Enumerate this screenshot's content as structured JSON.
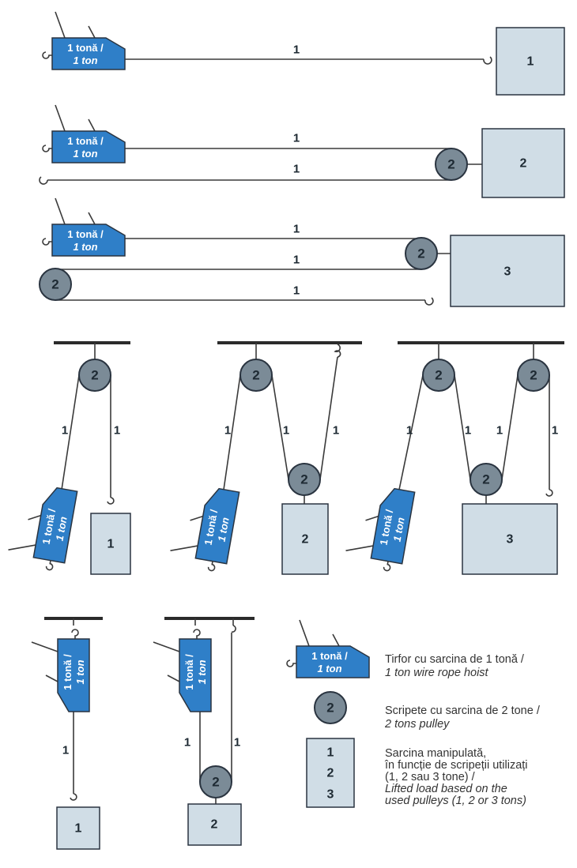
{
  "hoist": {
    "line1": "1 tonă /",
    "line2": "1 ton"
  },
  "pulley_label": "2",
  "rope_label": "1",
  "loads": {
    "one": "1",
    "two": "2",
    "three": "3"
  },
  "legend": {
    "hoist_ro": "Tirfor cu sarcina de 1 tonă /",
    "hoist_en": "1 ton wire rope hoist",
    "pulley_ro": "Scripete cu sarcina de 2 tone /",
    "pulley_en": "2 tons pulley",
    "load_ro_1": "Sarcina manipulată,",
    "load_ro_2": "în funcție de scripeții utilizați",
    "load_ro_3": "(1, 2 sau 3 tone) /",
    "load_en_1": "Lifted load based on the",
    "load_en_2": "used pulleys (1, 2 or 3 tons)"
  },
  "colors": {
    "hoist": "#2f7fc8",
    "pulley": "#7b8b97",
    "load": "#d0dde6"
  }
}
